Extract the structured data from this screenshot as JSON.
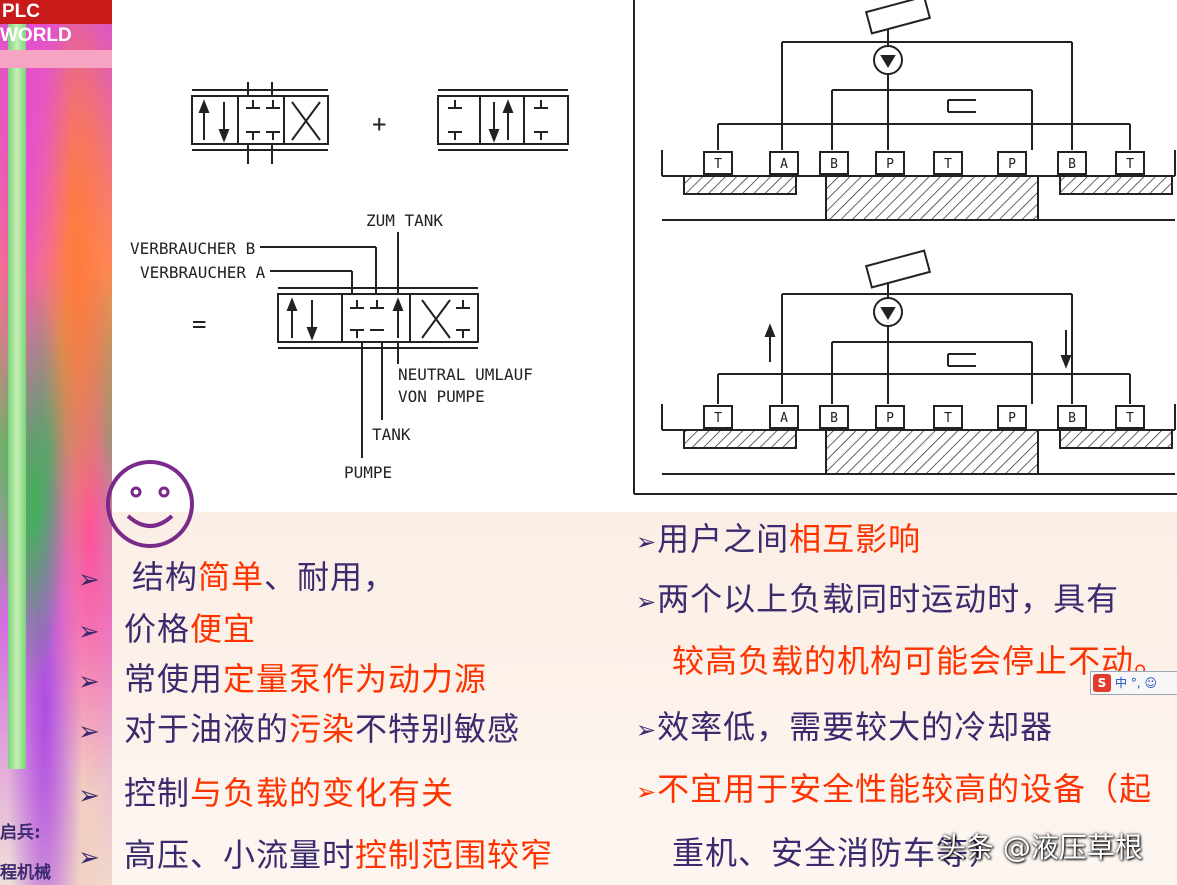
{
  "logo": {
    "text": "PLC WORLD"
  },
  "sidebar_captions": [
    "启兵:",
    "程机械"
  ],
  "diagram_labels": {
    "zum_tank": "ZUM TANK",
    "verbraucher_b": "VERBRAUCHER B",
    "verbraucher_a": "VERBRAUCHER A",
    "neutral_umlauf": "NEUTRAL UMLAUF",
    "von_pumpe": "VON PUMPE",
    "tank": "TANK",
    "pumpe": "PUMPE",
    "plus": "+",
    "equals": "="
  },
  "port_labels": [
    "T",
    "A",
    "B",
    "P",
    "T",
    "P",
    "B",
    "T"
  ],
  "advantages": [
    {
      "pre": "结构",
      "hl": "简单",
      "post": "、耐用，"
    },
    {
      "pre": "价格",
      "hl": "便宜",
      "post": ""
    },
    {
      "pre": "常使用",
      "hl": "定量泵作为动力源",
      "post": ""
    },
    {
      "pre": "对于油液的",
      "hl": "污染",
      "post": "不特别敏感"
    },
    {
      "pre": "控制",
      "hl": "与负载的变化有关",
      "post": ""
    },
    {
      "pre": "高压、小流量时",
      "hl": "控制范围较窄",
      "post": ""
    }
  ],
  "disadvantages": {
    "line1_pre": "用户之间",
    "line1_hl": "相互影响",
    "line2": "两个以上负载同时运动时，具有",
    "line3": "较高负载的机构可能会停止不动。",
    "line4": "效率低，需要较大的冷却器",
    "line5": "不宜用于安全性能较高的设备（起",
    "line6": "重机、安全消防车等）"
  },
  "ime_bar": {
    "label": "中 °, ☺"
  },
  "watermark": {
    "text": "头条 @液压草根"
  },
  "colors": {
    "text": "#3b2a6e",
    "highlight": "#ff3300",
    "logo_bg": "#c91a1a"
  }
}
